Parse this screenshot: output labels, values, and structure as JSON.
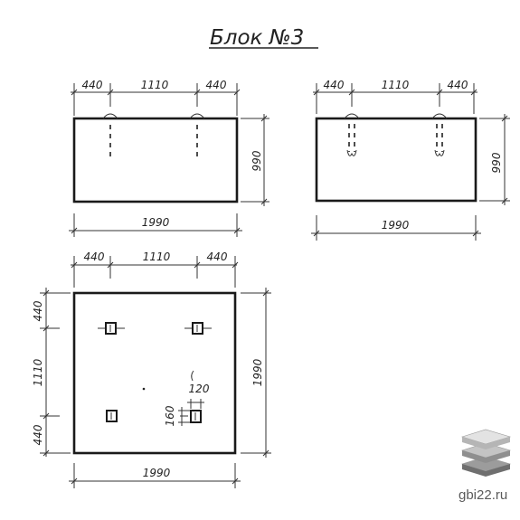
{
  "title": "Блок №3",
  "views": {
    "front": {
      "top_dims": [
        "440",
        "1110",
        "440"
      ],
      "height_dim": "990",
      "bottom_dim": "1990"
    },
    "side": {
      "top_dims": [
        "440",
        "1110",
        "440"
      ],
      "height_dim": "990",
      "bottom_dim": "1990"
    },
    "plan": {
      "top_dims": [
        "440",
        "1110",
        "440"
      ],
      "left_dims": [
        "440",
        "1110",
        "440"
      ],
      "right_dim": "1990",
      "bottom_dim": "1990",
      "detail_width": "120",
      "detail_height": "160"
    }
  },
  "watermark": {
    "text": "gbi22.ru",
    "colors": [
      "#e3e3e3",
      "#c4c4c4",
      "#9c9c9c"
    ]
  }
}
